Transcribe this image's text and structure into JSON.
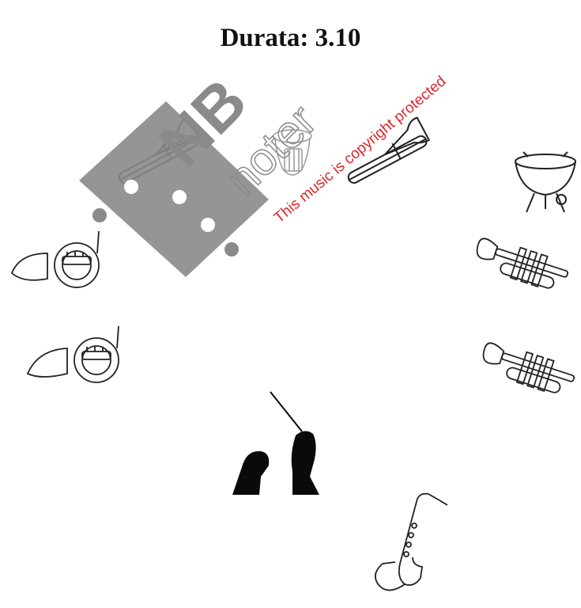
{
  "page": {
    "title": "Durata: 3.10"
  },
  "instruments": [
    {
      "name": "tuba",
      "position": "top-center"
    },
    {
      "name": "trombone-left",
      "position": "top-left"
    },
    {
      "name": "trombone-right",
      "position": "top-right"
    },
    {
      "name": "timpani",
      "position": "right-top"
    },
    {
      "name": "french-horn-1",
      "position": "left-upper"
    },
    {
      "name": "french-horn-2",
      "position": "left-lower"
    },
    {
      "name": "trumpet-1",
      "position": "right-upper"
    },
    {
      "name": "trumpet-2",
      "position": "right-lower"
    },
    {
      "name": "conductor",
      "position": "bottom-center"
    },
    {
      "name": "saxophone",
      "position": "bottom-right"
    }
  ],
  "watermark": {
    "logo_text": "NB noter",
    "notice": "This music is copyright protected",
    "logo_color": "#8a8a8a",
    "notice_color": "#e0262a"
  }
}
